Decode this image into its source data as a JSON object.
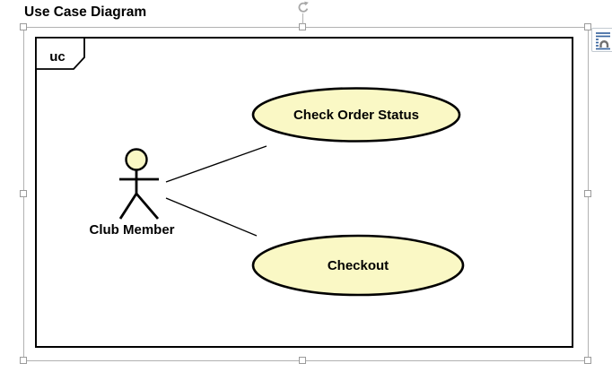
{
  "document": {
    "image_title": "Use Case Diagram"
  },
  "diagram": {
    "frame_tag": "uc",
    "actor_label": "Club Member",
    "use_cases": [
      {
        "label": "Check Order Status"
      },
      {
        "label": "Checkout"
      }
    ]
  },
  "colors": {
    "shape_fill": "#FAF8C5",
    "shape_stroke": "#000000",
    "selection_gray": "#B2B2B2",
    "wrap_icon_blue": "#3A66A0",
    "wrap_icon_arch_gray": "#707070"
  },
  "icons": {
    "rotate_handle": "rotate-clockwise-arrow",
    "layout_options": "text-wrap-lines-with-arch"
  }
}
